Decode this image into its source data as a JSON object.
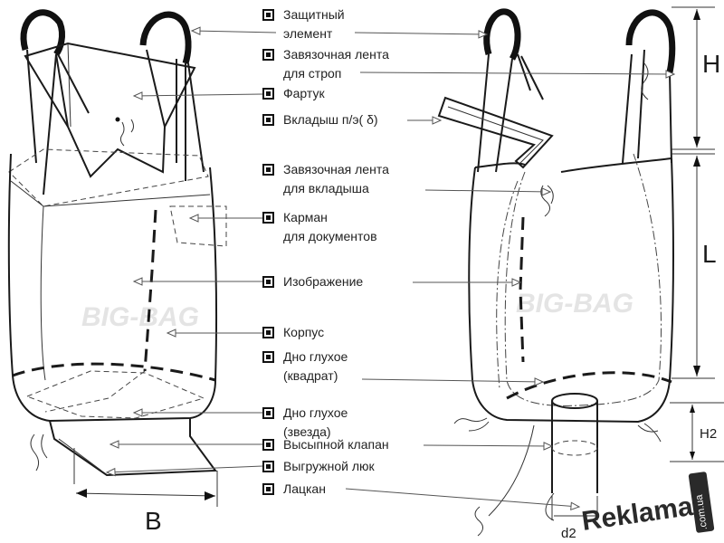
{
  "legend": [
    {
      "id": "protective",
      "lines": [
        "Защитный",
        "элемент"
      ]
    },
    {
      "id": "sling-tie",
      "lines": [
        "Завязочная лента",
        "для строп"
      ]
    },
    {
      "id": "apron",
      "lines": [
        "Фартук"
      ]
    },
    {
      "id": "liner",
      "lines": [
        "Вкладыш п/э( δ)"
      ]
    },
    {
      "id": "liner-tie",
      "lines": [
        "Завязочная лента",
        "для вкладыша"
      ]
    },
    {
      "id": "doc-pocket",
      "lines": [
        "Карман",
        "для документов"
      ]
    },
    {
      "id": "image",
      "lines": [
        "Изображение"
      ]
    },
    {
      "id": "body",
      "lines": [
        "Корпус"
      ]
    },
    {
      "id": "bottom-square",
      "lines": [
        "Дно глухое",
        "(квадрат)"
      ]
    },
    {
      "id": "bottom-star",
      "lines": [
        "Дно глухое",
        "(звезда)"
      ]
    },
    {
      "id": "fill-spout",
      "lines": [
        "Высыпной клапан"
      ]
    },
    {
      "id": "discharge-hatch",
      "lines": [
        "Выгружной люк"
      ]
    },
    {
      "id": "lapel",
      "lines": [
        "Лацкан"
      ]
    }
  ],
  "dimensions": {
    "H": "H",
    "L": "L",
    "B": "B",
    "H2": "H2",
    "d2": "d2"
  },
  "watermarks": {
    "left": "BIG-BAG",
    "right": "BIG-BAG"
  },
  "brand": {
    "name": "Reklama",
    "domain": ".com.ua"
  },
  "colors": {
    "ink": "#1a1a1a",
    "label": "#222222",
    "watermark": "#cfcfcf"
  }
}
